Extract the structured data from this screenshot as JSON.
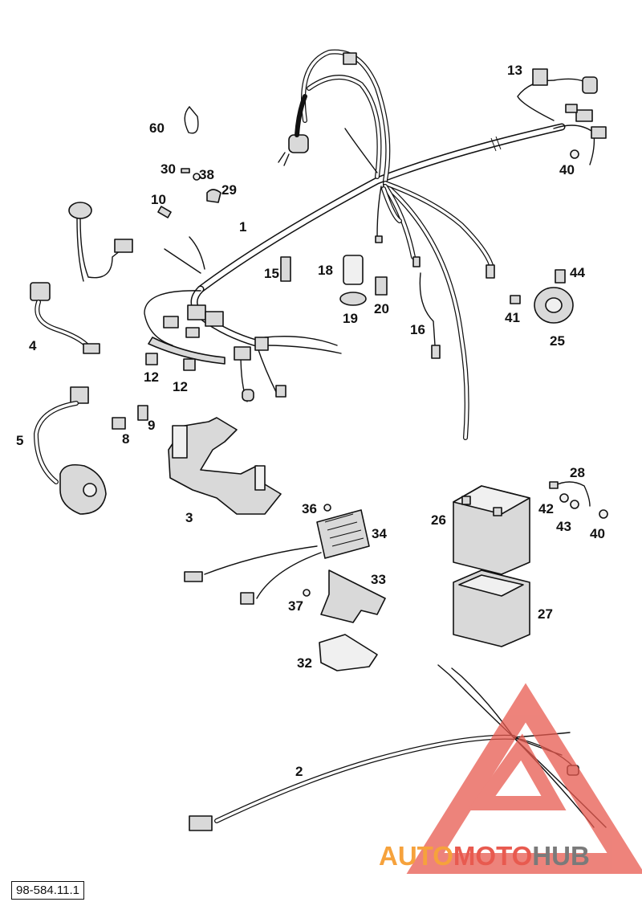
{
  "callouts": {
    "c1": "1",
    "c2": "2",
    "c3": "3",
    "c4": "4",
    "c5": "5",
    "c8": "8",
    "c9": "9",
    "c10": "10",
    "c12a": "12",
    "c12b": "12",
    "c13": "13",
    "c15": "15",
    "c16": "16",
    "c18": "18",
    "c19": "19",
    "c20": "20",
    "c25": "25",
    "c26": "26",
    "c27": "27",
    "c28": "28",
    "c29": "29",
    "c30": "30",
    "c32": "32",
    "c33": "33",
    "c34": "34",
    "c36": "36",
    "c37": "37",
    "c38": "38",
    "c40a": "40",
    "c40b": "40",
    "c41": "41",
    "c42": "42",
    "c43": "43",
    "c44": "44",
    "c60": "60"
  },
  "doc_code": "98-584.11.1",
  "watermark": {
    "part1": "AUTO",
    "part2": "MOTO",
    "part3": "HUB",
    "color_orange": "#f6a23c",
    "color_red": "#e85a4f",
    "color_gray": "#7a7a7a"
  }
}
